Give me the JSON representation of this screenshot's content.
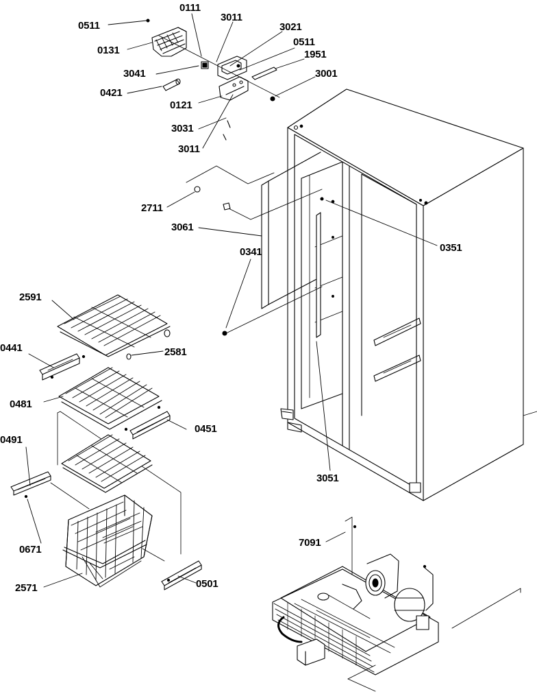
{
  "callouts": {
    "c0511a": "0511",
    "c0111": "0111",
    "c3011a": "3011",
    "c3021": "3021",
    "c0511b": "0511",
    "c1951": "1951",
    "c0131": "0131",
    "c3041": "3041",
    "c3001": "3001",
    "c0421": "0421",
    "c0121": "0121",
    "c3031": "3031",
    "c3011b": "3011",
    "c2711": "2711",
    "c3061": "3061",
    "c0351": "0351",
    "c0341": "0341",
    "c2591": "2591",
    "c2581": "2581",
    "c0441": "0441",
    "c0481": "0481",
    "c0451": "0451",
    "c0491": "0491",
    "c3051": "3051",
    "c0671": "0671",
    "c7091": "7091",
    "c2571": "2571",
    "c0501": "0501"
  }
}
